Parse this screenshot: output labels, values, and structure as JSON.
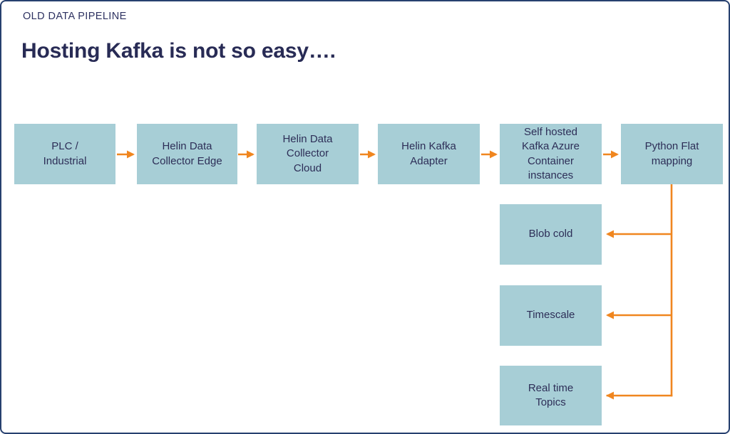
{
  "header": {
    "kicker": "OLD DATA PIPELINE",
    "title": "Hosting Kafka is not so easy…."
  },
  "colors": {
    "arrow_orange": "#F0861F",
    "node_fill": "#A7CED6",
    "node_text": "#2D2E57",
    "heading_text": "#282B55",
    "slide_border": "#27406F"
  },
  "diagram": {
    "nodes": [
      {
        "id": "plc-industrial",
        "label": "PLC /\nIndustrial"
      },
      {
        "id": "helin-data-collector-edge",
        "label": "Helin Data\nCollector Edge"
      },
      {
        "id": "helin-data-collector-cloud",
        "label": "Helin Data\nCollector\nCloud"
      },
      {
        "id": "helin-kafka-adapter",
        "label": "Helin Kafka\nAdapter"
      },
      {
        "id": "self-hosted-kafka-azure",
        "label": "Self hosted\nKafka Azure\nContainer\ninstances"
      },
      {
        "id": "python-flat-mapping",
        "label": "Python Flat\nmapping"
      },
      {
        "id": "blob-cold",
        "label": "Blob cold"
      },
      {
        "id": "timescale",
        "label": "Timescale"
      },
      {
        "id": "real-time-topics",
        "label": "Real time\nTopics"
      }
    ],
    "edges": [
      {
        "from": "plc-industrial",
        "to": "helin-data-collector-edge"
      },
      {
        "from": "helin-data-collector-edge",
        "to": "helin-data-collector-cloud"
      },
      {
        "from": "helin-data-collector-cloud",
        "to": "helin-kafka-adapter"
      },
      {
        "from": "helin-kafka-adapter",
        "to": "self-hosted-kafka-azure"
      },
      {
        "from": "self-hosted-kafka-azure",
        "to": "python-flat-mapping"
      },
      {
        "from": "python-flat-mapping",
        "to": "blob-cold"
      },
      {
        "from": "python-flat-mapping",
        "to": "timescale"
      },
      {
        "from": "python-flat-mapping",
        "to": "real-time-topics"
      }
    ]
  }
}
